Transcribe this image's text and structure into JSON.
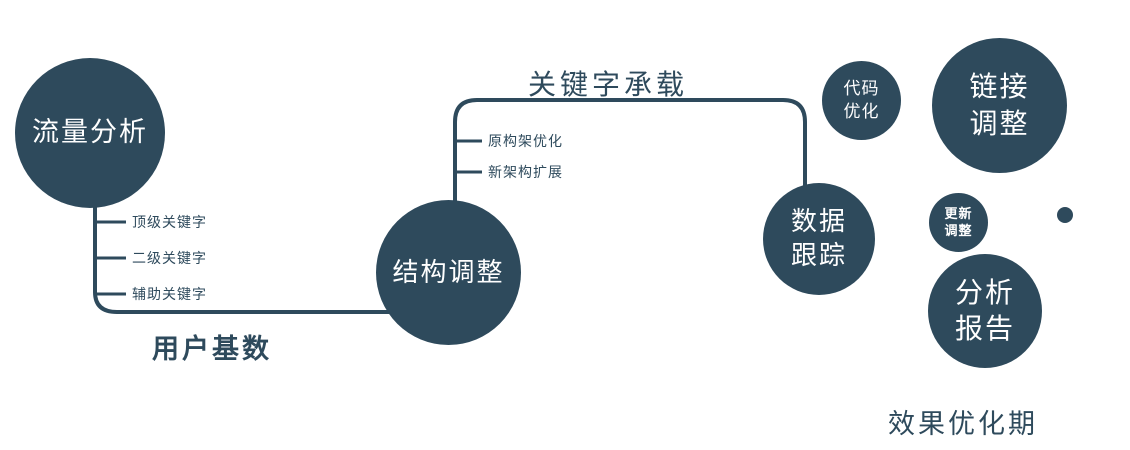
{
  "colors": {
    "primary": "#2e4a5c"
  },
  "nodes": {
    "traffic": {
      "label": "流量分析"
    },
    "structure": {
      "label": "结构调整"
    },
    "tracking": {
      "label": "数据\n跟踪"
    },
    "code": {
      "label": "代码\n优化"
    },
    "link": {
      "label": "链接\n调整"
    },
    "update": {
      "label": "更新\n调整"
    },
    "report": {
      "label": "分析\n报告"
    }
  },
  "branches": {
    "traffic": [
      "顶级关键字",
      "二级关键字",
      "辅助关键字"
    ],
    "structure": [
      "原构架优化",
      "新架构扩展"
    ]
  },
  "edges": {
    "user_base": "用户基数",
    "keyword_carry": "关键字承载"
  },
  "footer": "效果优化期"
}
